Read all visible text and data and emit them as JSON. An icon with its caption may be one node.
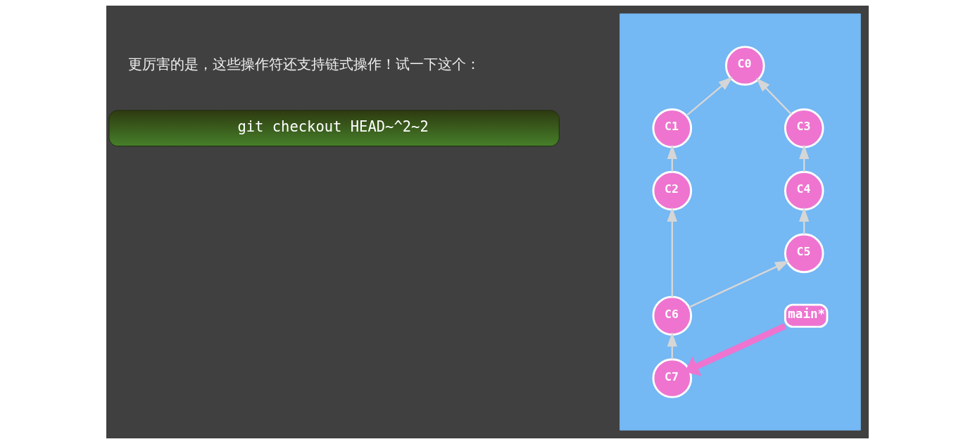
{
  "diagram": {
    "nodes": [
      {
        "text": [
          "git checkout HEAD~^2~2"
        ]
      },
      {
        "text": [],
        "shape": "box"
      },
      {
        "text": [
          "C0"
        ],
        "in": 1
      },
      {
        "text": [
          "C1"
        ],
        "in": 1
      },
      {
        "text": [
          "C3"
        ],
        "in": 1
      },
      {
        "text": [
          "C2"
        ],
        "in": 1
      },
      {
        "text": [
          "C4"
        ],
        "in": 1
      },
      {
        "text": [
          "C5"
        ],
        "in": 1
      },
      {
        "text": [
          "C6"
        ],
        "in": 1
      },
      {
        "text": [
          "main*"
        ],
        "in": 1
      },
      {
        "text": [
          "C7"
        ],
        "in": 1
      }
    ],
    "edges": [
      {
        "from": 3,
        "to": 2,
        "arrow": "to"
      },
      {
        "from": 4,
        "to": 2,
        "arrow": "to"
      },
      {
        "from": 5,
        "to": 3,
        "arrow": "to"
      },
      {
        "from": 6,
        "to": 4,
        "arrow": "to"
      },
      {
        "from": 7,
        "to": 6,
        "arrow": "to"
      },
      {
        "from": 8,
        "to": 5,
        "arrow": "to"
      },
      {
        "from": 8,
        "to": 7,
        "arrow": "to"
      },
      {
        "from": 10,
        "to": 8,
        "arrow": "to"
      },
      {
        "from": 9,
        "to": 10,
        "arrow": "to",
        "style": "thick",
        "color": "#ee74d0"
      }
    ],
    "labels": [
      "更厉害的是，这些操作符还支持链式操作！试一下这个："
    ]
  }
}
